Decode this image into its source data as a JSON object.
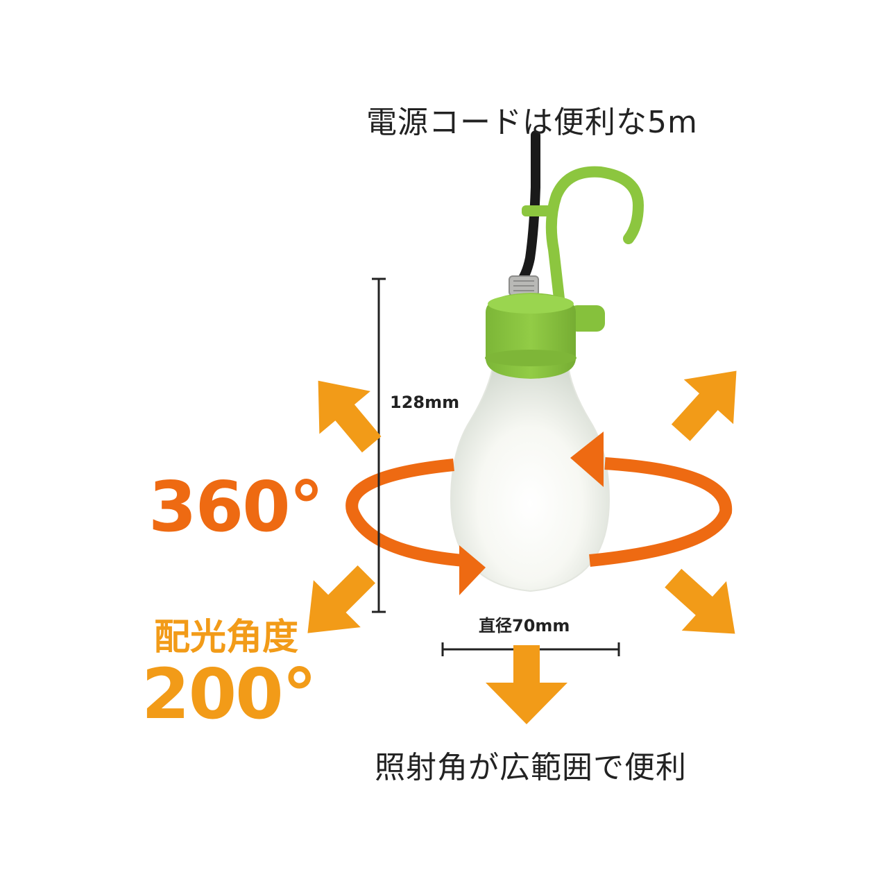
{
  "labels": {
    "cord": "電源コードは便利な5m",
    "height": "128mm",
    "diameter": "直径70mm",
    "rotation": "360°",
    "beam_angle_title": "配光角度",
    "beam_angle_value": "200°",
    "range": "照射角が広範囲で便利"
  },
  "colors": {
    "hook_green": "#8cc63f",
    "rotation_orange": "#ee6a12",
    "arrow_orange": "#f29b18",
    "cord_black": "#1a1a1a"
  },
  "icons": [
    "light-bulb-icon",
    "hook-icon",
    "power-cord-icon",
    "rotation-arrow-icon",
    "direction-arrow-icon"
  ]
}
